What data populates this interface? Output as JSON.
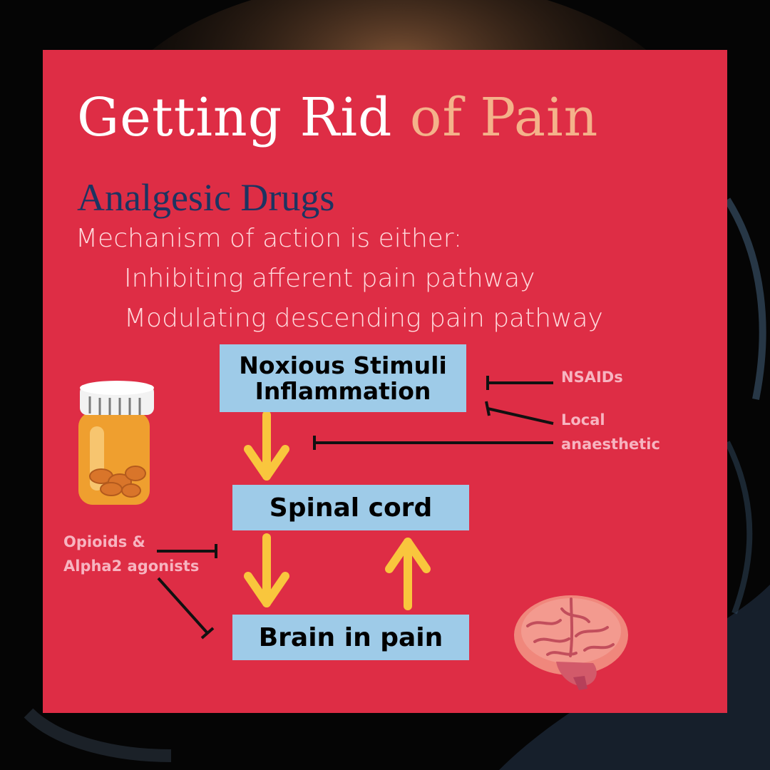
{
  "title": {
    "main": "Getting Rid",
    "accent": "of Pain"
  },
  "subtitle": "Analgesic Drugs",
  "mechanism": {
    "intro": "Mechanism of action is either:",
    "items": [
      "Inhibiting afferent pain pathway",
      "Modulating descending pain pathway"
    ]
  },
  "flow": {
    "noxious": {
      "line1": "Noxious Stimuli",
      "line2": "Inflammation"
    },
    "spinal": "Spinal cord",
    "brain": "Brain in pain"
  },
  "drugs": {
    "nsaids": "NSAIDs",
    "local": {
      "line1": "Local",
      "line2": "anaesthetic"
    },
    "opioids": {
      "line1": "Opioids &",
      "line2": "Alpha2 agonists"
    }
  },
  "colors": {
    "panel": "#de2d45",
    "box": "#9ecbe8",
    "arrow": "#f9c63d",
    "title_accent": "#f4b28a",
    "subtitle": "#1d3461",
    "drug_label": "#f7b4c0"
  },
  "icons": [
    "pill-bottle-icon",
    "brain-icon"
  ]
}
